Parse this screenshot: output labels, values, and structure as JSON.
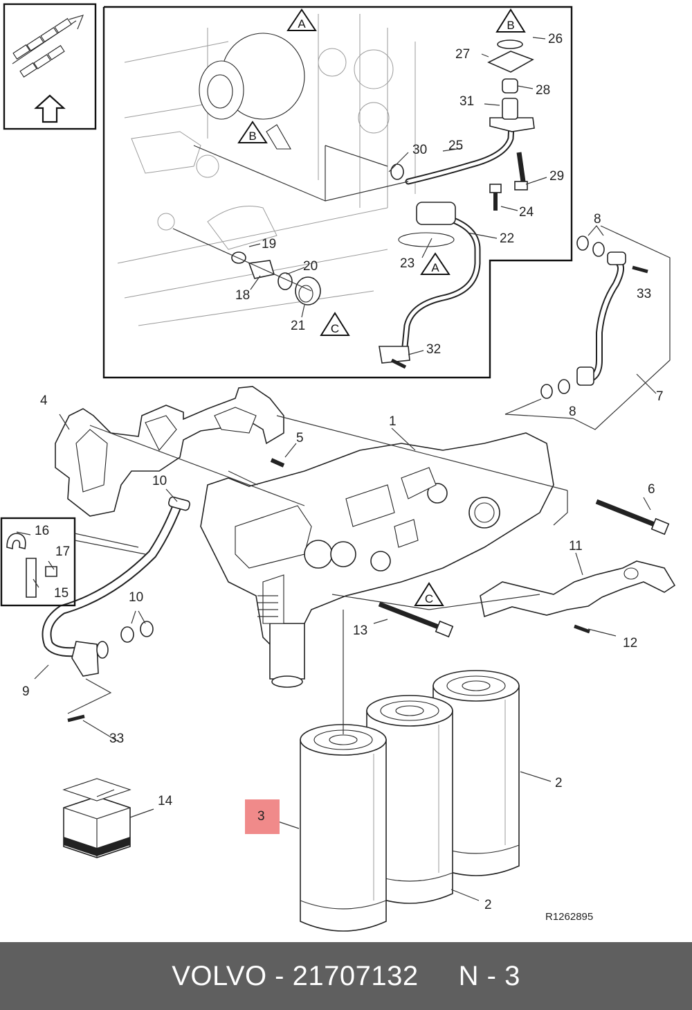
{
  "callouts": {
    "c1": "1",
    "c2a": "2",
    "c2b": "2",
    "c3": "3",
    "c4": "4",
    "c5": "5",
    "c6": "6",
    "c7": "7",
    "c8a": "8",
    "c8b": "8",
    "c9": "9",
    "c10a": "10",
    "c10b": "10",
    "c11": "11",
    "c12": "12",
    "c13": "13",
    "c14": "14",
    "c15": "15",
    "c16": "16",
    "c17": "17",
    "c18": "18",
    "c19": "19",
    "c20": "20",
    "c21": "21",
    "c22": "22",
    "c23": "23",
    "c24": "24",
    "c25": "25",
    "c26": "26",
    "c27": "27",
    "c28": "28",
    "c29": "29",
    "c30": "30",
    "c31": "31",
    "c32": "32",
    "c33a": "33",
    "c33b": "33"
  },
  "markers": {
    "a1": "A",
    "a2": "A",
    "b1": "B",
    "b2": "B",
    "c1": "C",
    "c2": "C"
  },
  "reference_code": "R1262895",
  "highlight_color": "#f08a8a",
  "footer_bg": "#5f5f5f",
  "footer": {
    "text": "VOLVO - 21707132     N - 3"
  }
}
